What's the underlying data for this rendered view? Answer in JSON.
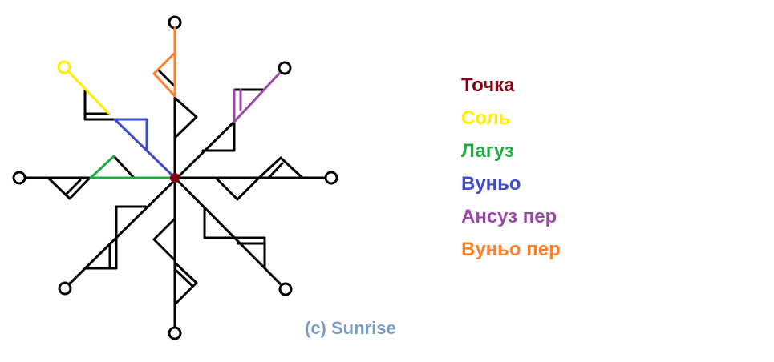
{
  "legend": [
    {
      "label": "Точка",
      "color": "#800014"
    },
    {
      "label": "Соль",
      "color": "#ffee00"
    },
    {
      "label": "Лагуз",
      "color": "#22aa44"
    },
    {
      "label": "Вуньо",
      "color": "#3f4cc8"
    },
    {
      "label": "Ансуз пер",
      "color": "#9b47a8"
    },
    {
      "label": "Вуньо пер",
      "color": "#ff7f2a"
    }
  ],
  "copyright": "(c) Sunrise"
}
